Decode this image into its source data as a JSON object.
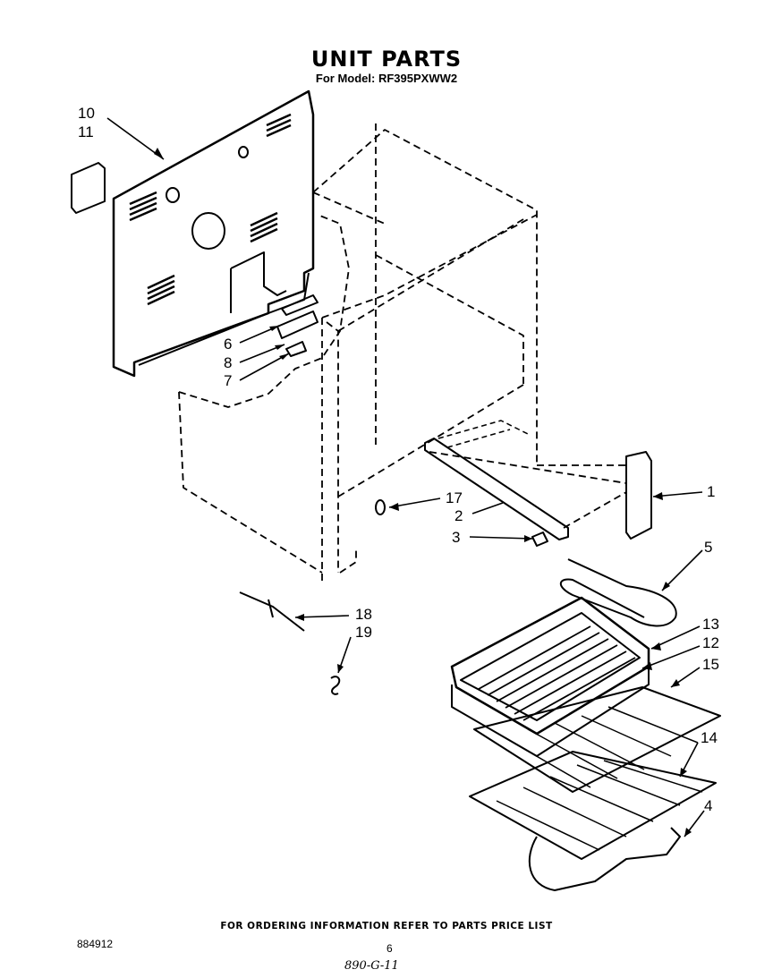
{
  "header": {
    "title": "UNIT PARTS",
    "model_line": "For Model: RF395PXWW2"
  },
  "callouts": [
    {
      "id": "10",
      "label": "10"
    },
    {
      "id": "11",
      "label": "11"
    },
    {
      "id": "6",
      "label": "6"
    },
    {
      "id": "8",
      "label": "8"
    },
    {
      "id": "7",
      "label": "7"
    },
    {
      "id": "17",
      "label": "17"
    },
    {
      "id": "2",
      "label": "2"
    },
    {
      "id": "3",
      "label": "3"
    },
    {
      "id": "1",
      "label": "1"
    },
    {
      "id": "5",
      "label": "5"
    },
    {
      "id": "18",
      "label": "18"
    },
    {
      "id": "19",
      "label": "19"
    },
    {
      "id": "13",
      "label": "13"
    },
    {
      "id": "12",
      "label": "12"
    },
    {
      "id": "15",
      "label": "15"
    },
    {
      "id": "14",
      "label": "14"
    },
    {
      "id": "4",
      "label": "4"
    }
  ],
  "footer": {
    "ordering_note": "FOR ORDERING INFORMATION REFER TO PARTS PRICE LIST",
    "doc_number": "884912",
    "page_number": "6",
    "handwritten_note": "890-G-11"
  }
}
